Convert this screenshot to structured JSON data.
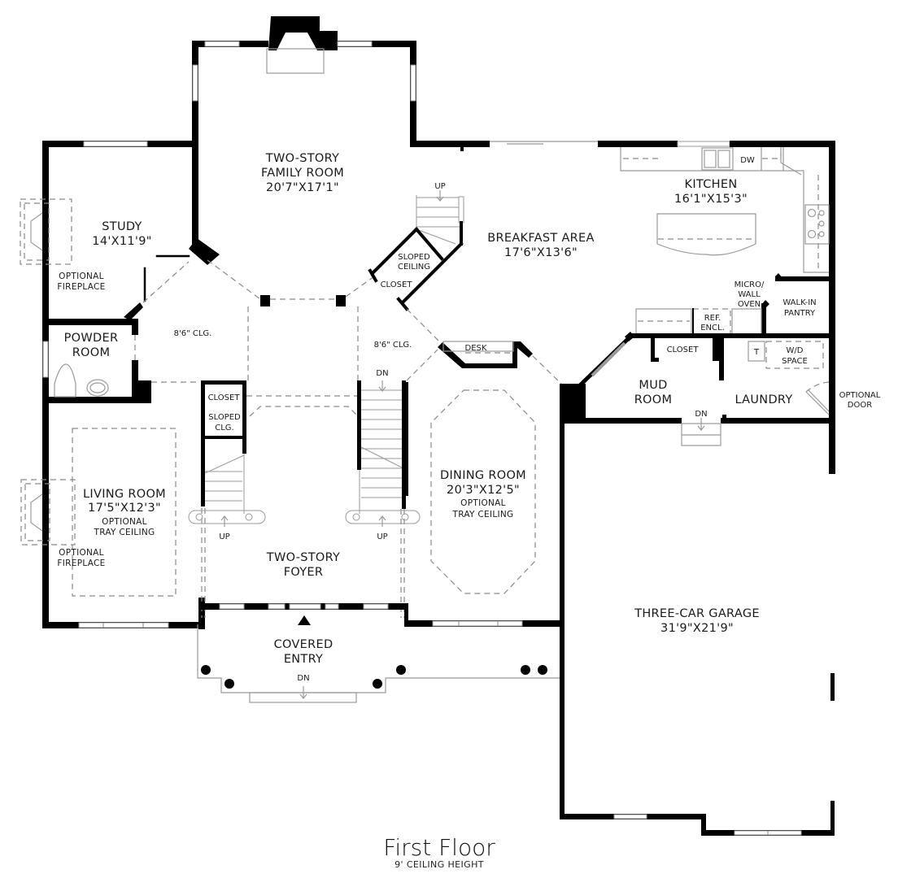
{
  "plan": {
    "title": "First Floor",
    "subtitle": "9' CEILING HEIGHT",
    "colors": {
      "wall": "#000000",
      "fixture": "#9a9a9a",
      "text": "#1a1a1a",
      "background": "#ffffff"
    }
  },
  "rooms": {
    "family_room": {
      "line1": "TWO-STORY",
      "line2": "FAMILY ROOM",
      "dims": "20'7\"X17'1\""
    },
    "study": {
      "name": "STUDY",
      "dims": "14'X11'9\""
    },
    "study_fireplace": {
      "line1": "OPTIONAL",
      "line2": "FIREPLACE"
    },
    "breakfast": {
      "name": "BREAKFAST AREA",
      "dims": "17'6\"X13'6\""
    },
    "kitchen": {
      "name": "KITCHEN",
      "dims": "16'1\"X15'3\""
    },
    "dishwasher": "DW",
    "micro_oven": {
      "line1": "MICRO/",
      "line2": "WALL",
      "line3": "OVEN"
    },
    "ref_encl": {
      "line1": "REF.",
      "line2": "ENCL."
    },
    "pantry": {
      "line1": "WALK-IN",
      "line2": "PANTRY"
    },
    "sloped_ceiling_upper": {
      "line1": "SLOPED",
      "line2": "CEILING"
    },
    "closet_upper": "CLOSET",
    "powder": {
      "line1": "POWDER",
      "line2": "ROOM"
    },
    "hall_clg_left": "8'6\" CLG.",
    "hall_clg_right": "8'6\" CLG.",
    "desk": "DESK",
    "mud_room": {
      "line1": "MUD",
      "line2": "ROOM"
    },
    "mud_closet": "CLOSET",
    "laundry": "LAUNDRY",
    "tub_label": "T",
    "wd_space": {
      "line1": "W/D",
      "line2": "SPACE"
    },
    "optional_door": {
      "line1": "OPTIONAL",
      "line2": "DOOR"
    },
    "mud_dn": "DN",
    "closet_foyer": "CLOSET",
    "sloped_clg_foyer": {
      "line1": "SLOPED",
      "line2": "CLG."
    },
    "living_room": {
      "name": "LIVING ROOM",
      "dims": "17'5\"X12'3\"",
      "note1": "OPTIONAL",
      "note2": "TRAY CEILING"
    },
    "living_fireplace": {
      "line1": "OPTIONAL",
      "line2": "FIREPLACE"
    },
    "foyer": {
      "line1": "TWO-STORY",
      "line2": "FOYER"
    },
    "stair_left_up": "UP",
    "stair_right_up": "UP",
    "stair_right_dn": "DN",
    "stair_rear_up": "UP",
    "dining": {
      "name": "DINING ROOM",
      "dims": "20'3\"X12'5\"",
      "note1": "OPTIONAL",
      "note2": "TRAY CEILING"
    },
    "covered_entry": {
      "line1": "COVERED",
      "line2": "ENTRY",
      "dn": "DN"
    },
    "garage": {
      "name": "THREE-CAR GARAGE",
      "dims": "31'9\"X21'9\""
    }
  }
}
